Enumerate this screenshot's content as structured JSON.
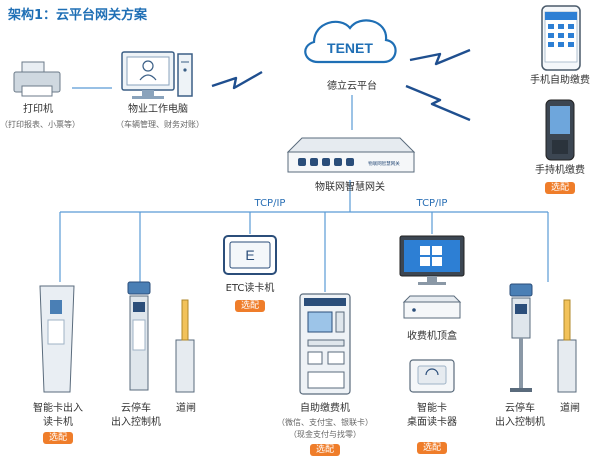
{
  "title": "架构1：云平台网关方案",
  "cloud": {
    "logo_text": "TENET",
    "label": "德立云平台"
  },
  "gateway": {
    "label": "物联网智慧网关",
    "device_text": "物联网智慧网关"
  },
  "printer": {
    "label": "打印机",
    "sub": "（打印报表、小票等）"
  },
  "pc": {
    "label": "物业工作电脑",
    "sub": "（车辆管理、财务对账）"
  },
  "mobile_pay": {
    "label": "手机自助缴费"
  },
  "handheld": {
    "label": "手持机缴费",
    "badge": "选配"
  },
  "protocols": {
    "left": "TCP/IP",
    "right": "TCP/IP"
  },
  "etc": {
    "label": "ETC读卡机",
    "badge": "选配",
    "glyph": "E"
  },
  "smart_card_in": {
    "label1": "智能卡出入",
    "label2": "读卡机",
    "badge": "选配"
  },
  "cloud_parking_left": {
    "label1": "云停车",
    "label2": "出入控制机"
  },
  "barrier_left": {
    "label": "道闸"
  },
  "kiosk": {
    "label": "自助缴费机",
    "sub1": "（微信、支付宝、银联卡）",
    "sub2": "（现金支付与找零）",
    "badge": "选配"
  },
  "fee_box": {
    "label": "收费机顶盒"
  },
  "desktop_reader": {
    "label1": "智能卡",
    "label2": "桌面读卡器",
    "badge": "选配"
  },
  "cloud_parking_right": {
    "label1": "云停车",
    "label2": "出入控制机"
  },
  "barrier_right": {
    "label": "道闸"
  },
  "colors": {
    "accent": "#1f6fb5",
    "badge": "#ef7d2a",
    "line": "#5a9bd5"
  }
}
